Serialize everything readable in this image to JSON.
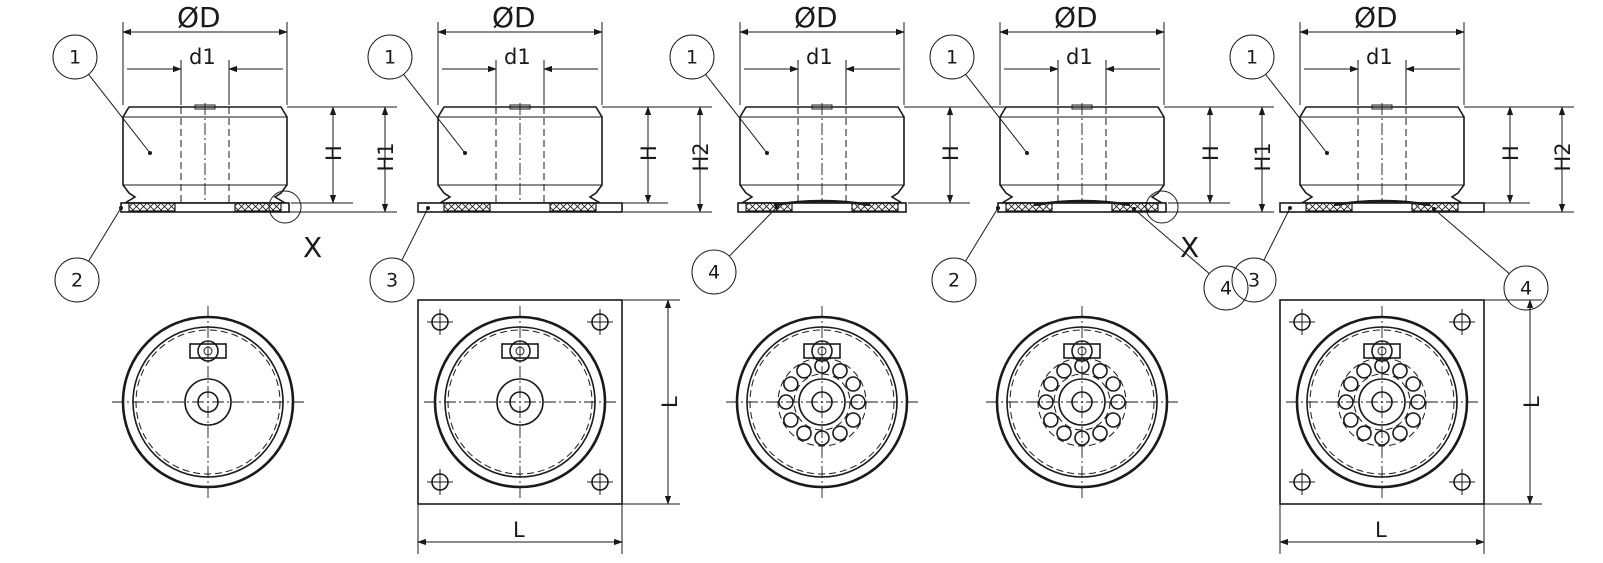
{
  "labels": {
    "diameter": "ØD",
    "inner_diameter": "d1",
    "height": "H",
    "height_1": "H1",
    "height_2": "H2",
    "length": "L",
    "detail": "X"
  },
  "callouts": [
    {
      "part": "1"
    },
    {
      "part": "2"
    },
    {
      "part": "3"
    },
    {
      "part": "4"
    }
  ],
  "variants": [
    {
      "height_label": "H1",
      "callouts": [
        "1",
        "2"
      ],
      "detail": true,
      "plan_view": "round"
    },
    {
      "height_label": "H2",
      "callouts": [
        "1",
        "3"
      ],
      "detail": false,
      "plan_view": "square-plate"
    },
    {
      "height_label": "",
      "callouts": [
        "1",
        "4"
      ],
      "detail": false,
      "plan_view": "round-ball-ring"
    },
    {
      "height_label": "H1",
      "callouts": [
        "1",
        "2",
        "4"
      ],
      "detail": true,
      "plan_view": "round-ball-ring"
    },
    {
      "height_label": "H2",
      "callouts": [
        "1",
        "3",
        "4"
      ],
      "detail": false,
      "plan_view": "square-plate-ball-ring"
    }
  ],
  "colors": {
    "line": "#1a1a1a",
    "background": "#ffffff"
  }
}
